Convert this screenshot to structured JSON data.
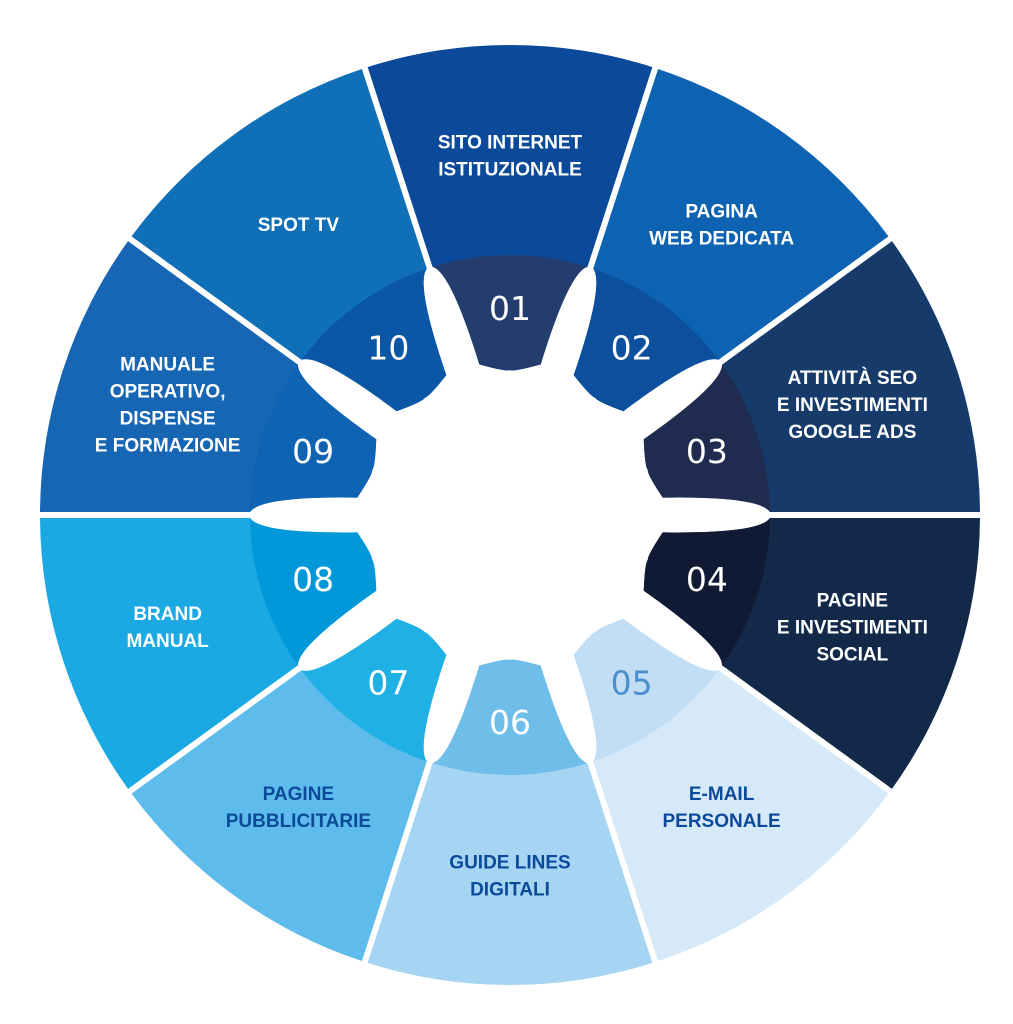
{
  "segments": [
    {
      "number": "01",
      "lines": [
        "SITO INTERNET",
        "ISTITUZIONALE"
      ],
      "color": "#0b4a9a",
      "inner_color": "#243d6e",
      "text_color": "#ffffff",
      "num_color": "#ffffff"
    },
    {
      "number": "02",
      "lines": [
        "PAGINA",
        "WEB DEDICATA"
      ],
      "color": "#0d63b2",
      "inner_color": "#0b4f9d",
      "text_color": "#ffffff",
      "num_color": "#ffffff"
    },
    {
      "number": "03",
      "lines": [
        "ATTIVITÀ SEO",
        "E INVESTIMENTI",
        "GOOGLE ADS"
      ],
      "color": "#163b6b",
      "inner_color": "#1f2c50",
      "text_color": "#ffffff",
      "num_color": "#ffffff"
    },
    {
      "number": "04",
      "lines": [
        "PAGINE",
        "E INVESTIMENTI",
        "SOCIAL"
      ],
      "color": "#13294a",
      "inner_color": "#111a34",
      "text_color": "#ffffff",
      "num_color": "#ffffff"
    },
    {
      "number": "05",
      "lines": [
        "E-MAIL",
        "PERSONALE"
      ],
      "color": "#d6e9f8",
      "inner_color": "#c2def4",
      "text_color": "#0b4a9a",
      "num_color": "#4c8fcf"
    },
    {
      "number": "06",
      "lines": [
        "GUIDE LINES",
        "DIGITALI"
      ],
      "color": "#a5d5f2",
      "inner_color": "#6fbde9",
      "text_color": "#0b4a9a",
      "num_color": "#ffffff"
    },
    {
      "number": "07",
      "lines": [
        "PAGINE",
        "PUBBLICITARIE"
      ],
      "color": "#5ebcec",
      "inner_color": "#1fb0e6",
      "text_color": "#0b4a9a",
      "num_color": "#ffffff"
    },
    {
      "number": "08",
      "lines": [
        "BRAND",
        "MANUAL"
      ],
      "color": "#1ba9e3",
      "inner_color": "#0098d8",
      "text_color": "#ffffff",
      "num_color": "#ffffff"
    },
    {
      "number": "09",
      "lines": [
        "MANUALE",
        "OPERATIVO,",
        "DISPENSE",
        "E FORMAZIONE"
      ],
      "color": "#1766b4",
      "inner_color": "#0e64b2",
      "text_color": "#ffffff",
      "num_color": "#ffffff"
    },
    {
      "number": "10",
      "lines": [
        "SPOT TV"
      ],
      "color": "#0f70b8",
      "inner_color": "#0b57a5",
      "text_color": "#ffffff",
      "num_color": "#ffffff"
    }
  ]
}
